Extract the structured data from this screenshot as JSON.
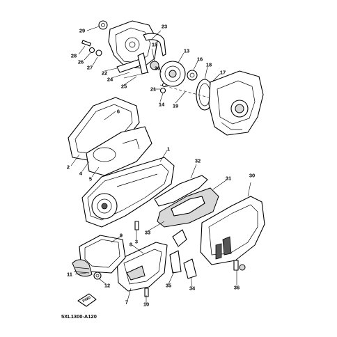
{
  "diagram": {
    "code": "5XL1300-A120",
    "fwd_label": "FWD",
    "callouts": [
      {
        "id": "p1",
        "label": "1"
      },
      {
        "id": "p2",
        "label": "2"
      },
      {
        "id": "p3",
        "label": "3"
      },
      {
        "id": "p4",
        "label": "4"
      },
      {
        "id": "p5",
        "label": "5"
      },
      {
        "id": "p6",
        "label": "6"
      },
      {
        "id": "p7",
        "label": "7"
      },
      {
        "id": "p8",
        "label": "8"
      },
      {
        "id": "p9",
        "label": "9"
      },
      {
        "id": "p10",
        "label": "10"
      },
      {
        "id": "p11",
        "label": "11"
      },
      {
        "id": "p12",
        "label": "12"
      },
      {
        "id": "p13",
        "label": "13"
      },
      {
        "id": "p14",
        "label": "14"
      },
      {
        "id": "p15",
        "label": "15"
      },
      {
        "id": "p16",
        "label": "16"
      },
      {
        "id": "p17",
        "label": "17"
      },
      {
        "id": "p18",
        "label": "18"
      },
      {
        "id": "p19",
        "label": "19"
      },
      {
        "id": "p20",
        "label": "20"
      },
      {
        "id": "p21",
        "label": "21"
      },
      {
        "id": "p22",
        "label": "22"
      },
      {
        "id": "p23",
        "label": "23"
      },
      {
        "id": "p24",
        "label": "24"
      },
      {
        "id": "p25",
        "label": "25"
      },
      {
        "id": "p26",
        "label": "26"
      },
      {
        "id": "p27",
        "label": "27"
      },
      {
        "id": "p28",
        "label": "28"
      },
      {
        "id": "p29",
        "label": "29"
      },
      {
        "id": "p30",
        "label": "30"
      },
      {
        "id": "p31",
        "label": "31"
      },
      {
        "id": "p32",
        "label": "32"
      },
      {
        "id": "p33",
        "label": "33"
      },
      {
        "id": "p34",
        "label": "34"
      },
      {
        "id": "p35",
        "label": "35"
      },
      {
        "id": "p36",
        "label": "36"
      }
    ]
  }
}
